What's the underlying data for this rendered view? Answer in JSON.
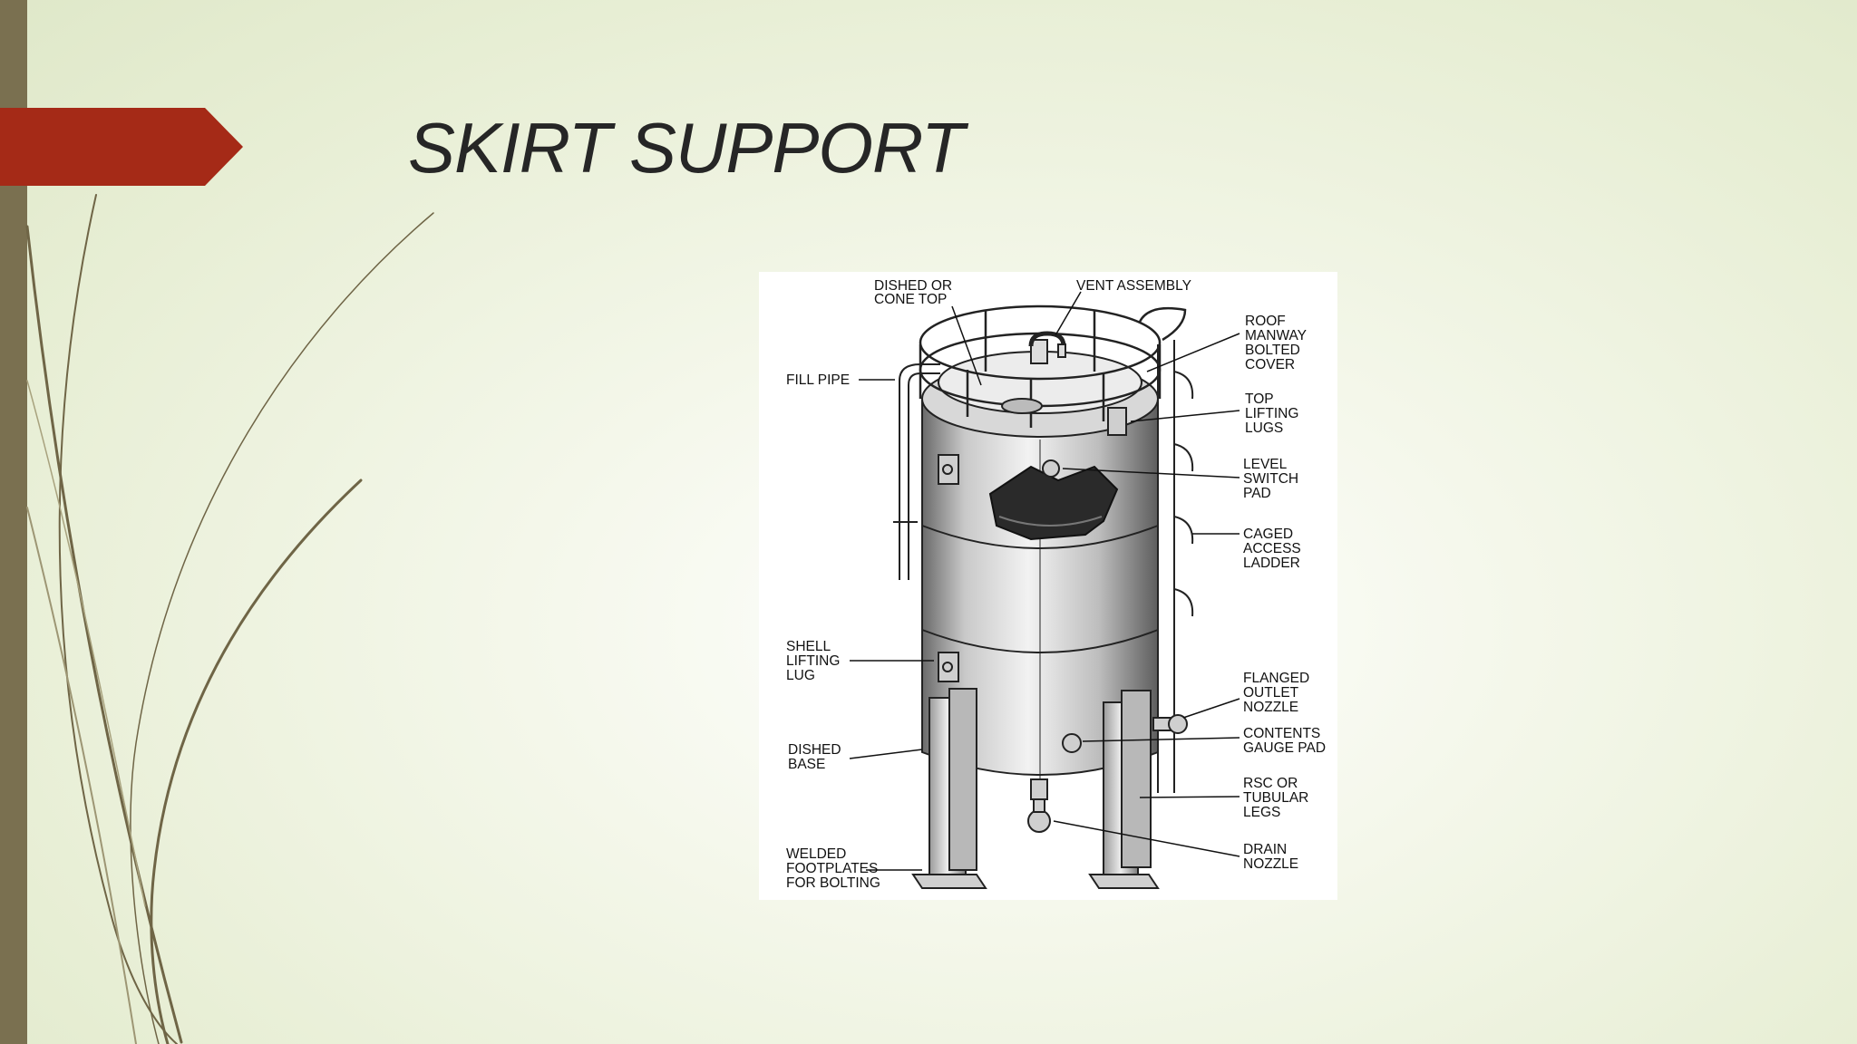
{
  "slide": {
    "title": "SKIRT SUPPORT",
    "colors": {
      "accent": "#a52a17",
      "side_bar": "#7a7050",
      "swoosh": "#6f6546"
    }
  },
  "diagram": {
    "labels": {
      "dished_top": [
        "DISHED OR",
        "CONE TOP"
      ],
      "vent_assembly": [
        "VENT ASSEMBLY"
      ],
      "roof_manway": [
        "ROOF",
        "MANWAY",
        "BOLTED",
        "COVER"
      ],
      "fill_pipe": [
        "FILL PIPE"
      ],
      "top_lifting_lugs": [
        "TOP",
        "LIFTING",
        "LUGS"
      ],
      "level_switch_pad": [
        "LEVEL",
        "SWITCH",
        "PAD"
      ],
      "caged_access_ladder": [
        "CAGED",
        "ACCESS",
        "LADDER"
      ],
      "shell_lifting_lug": [
        "SHELL",
        "LIFTING",
        "LUG"
      ],
      "flanged_outlet_nozzle": [
        "FLANGED",
        "OUTLET",
        "NOZZLE"
      ],
      "contents_gauge_pad": [
        "CONTENTS",
        "GAUGE PAD"
      ],
      "dished_base": [
        "DISHED",
        "BASE"
      ],
      "rsc_tubular_legs": [
        "RSC OR",
        "TUBULAR",
        "LEGS"
      ],
      "drain_nozzle": [
        "DRAIN",
        "NOZZLE"
      ],
      "welded_footplates": [
        "WELDED",
        "FOOTPLATES",
        "FOR BOLTING"
      ]
    }
  }
}
